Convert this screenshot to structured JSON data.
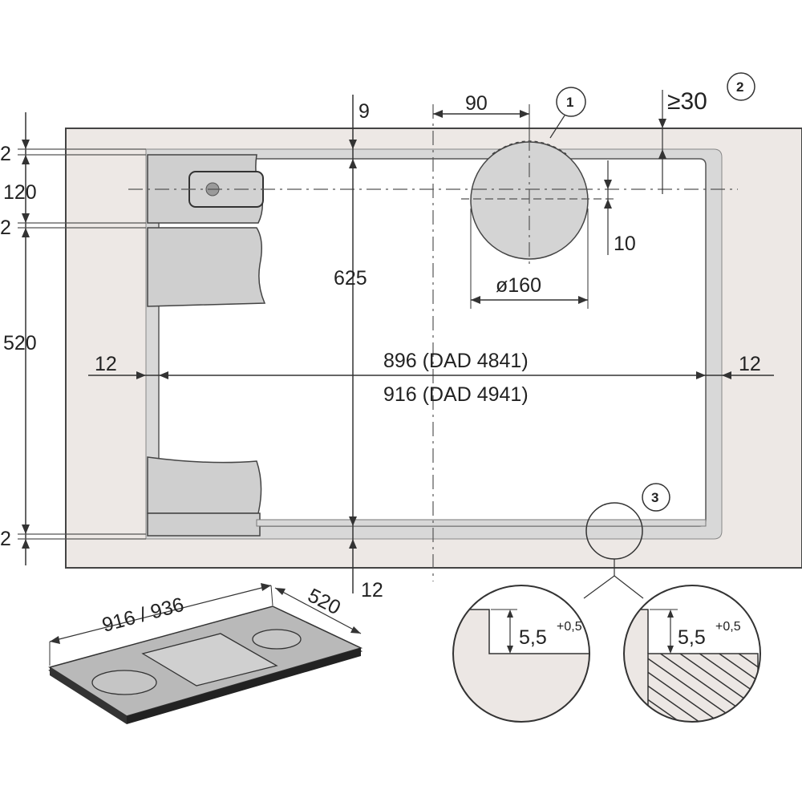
{
  "colors": {
    "worktop_fill": "#ede8e5",
    "cutout_fill": "#ffffff",
    "frame_fill": "#d8d8d8",
    "cabinet_fill": "#d0d0d0",
    "hob_fill": "#bdbdbd",
    "line": "#333333",
    "text": "#222222"
  },
  "dimensions": {
    "cut_width_a": "896 (DAD 4841)",
    "cut_width_b": "916 (DAD 4941)",
    "depth_625": "625",
    "left_12": "12",
    "right_12": "12",
    "top_9": "9",
    "bottom_12": "12",
    "offset_90": "90",
    "dia_160": "ø160",
    "offset_10": "10",
    "clearance_30": "≥30",
    "side_2_top": "2",
    "side_120": "120",
    "side_2_mid": "2",
    "side_520": "520",
    "side_2_bottom": "2"
  },
  "callouts": {
    "c1": "1",
    "c2": "2",
    "c3": "3"
  },
  "details": {
    "depth_value": "5,5",
    "depth_tol": "+0,5"
  },
  "perspective": {
    "width_label": "916 / 936",
    "depth_label": "520"
  }
}
